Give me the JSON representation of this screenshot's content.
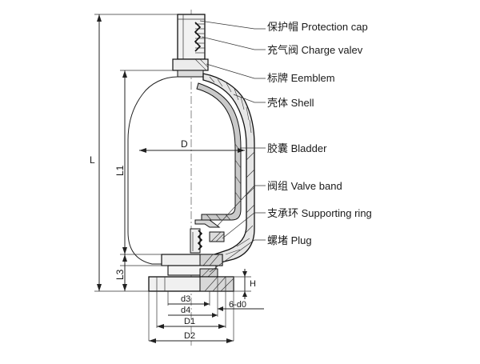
{
  "callouts": [
    {
      "id": "protection-cap",
      "text": "保护帽 Protection cap"
    },
    {
      "id": "charge-valve",
      "text": "充气阀 Charge valev"
    },
    {
      "id": "emblem",
      "text": "标牌  Eemblem"
    },
    {
      "id": "shell",
      "text": "壳体 Shell"
    },
    {
      "id": "bladder",
      "text": "胶囊 Bladder"
    },
    {
      "id": "valve-band",
      "text": "阀组 Valve band"
    },
    {
      "id": "supporting-ring",
      "text": "支承环 Supporting ring"
    },
    {
      "id": "plug",
      "text": "螺堵 Plug"
    }
  ],
  "dimensions": {
    "L": "L",
    "L1": "L1",
    "L3": "L3",
    "D": "D",
    "H": "H",
    "d3": "d3",
    "d4": "d4",
    "D1": "D1",
    "D2": "D2",
    "holes": "6-d0"
  }
}
